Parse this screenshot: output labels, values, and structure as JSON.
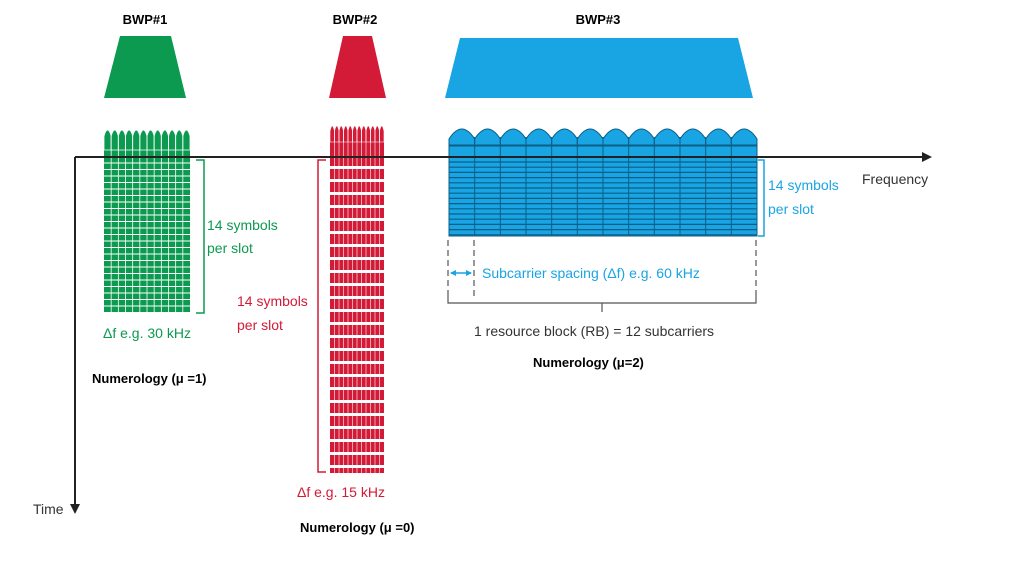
{
  "colors": {
    "bwp1": "#0b9a4f",
    "bwp2": "#d31a36",
    "bwp3": "#19a4e4",
    "axis": "#222222"
  },
  "bwp1": {
    "title": "BWP#1",
    "symbols_label_line1": "14 symbols",
    "symbols_label_line2": "per slot",
    "spacing_label": "Δf e.g. 30 kHz",
    "numerology": "Numerology (μ =1)"
  },
  "bwp2": {
    "title": "BWP#2",
    "symbols_label_line1": "14 symbols",
    "symbols_label_line2": "per slot",
    "spacing_label": "Δf e.g. 15 kHz",
    "numerology": "Numerology (μ =0)"
  },
  "bwp3": {
    "title": "BWP#3",
    "symbols_label_line1": "14 symbols",
    "symbols_label_line2": "per slot",
    "spacing_label": "Subcarrier spacing (Δf) e.g. 60 kHz",
    "rb_label": "1 resource block (RB) = 12 subcarriers",
    "numerology": "Numerology (μ=2)"
  },
  "axes": {
    "frequency_label": "Frequency",
    "time_label": "Time"
  }
}
